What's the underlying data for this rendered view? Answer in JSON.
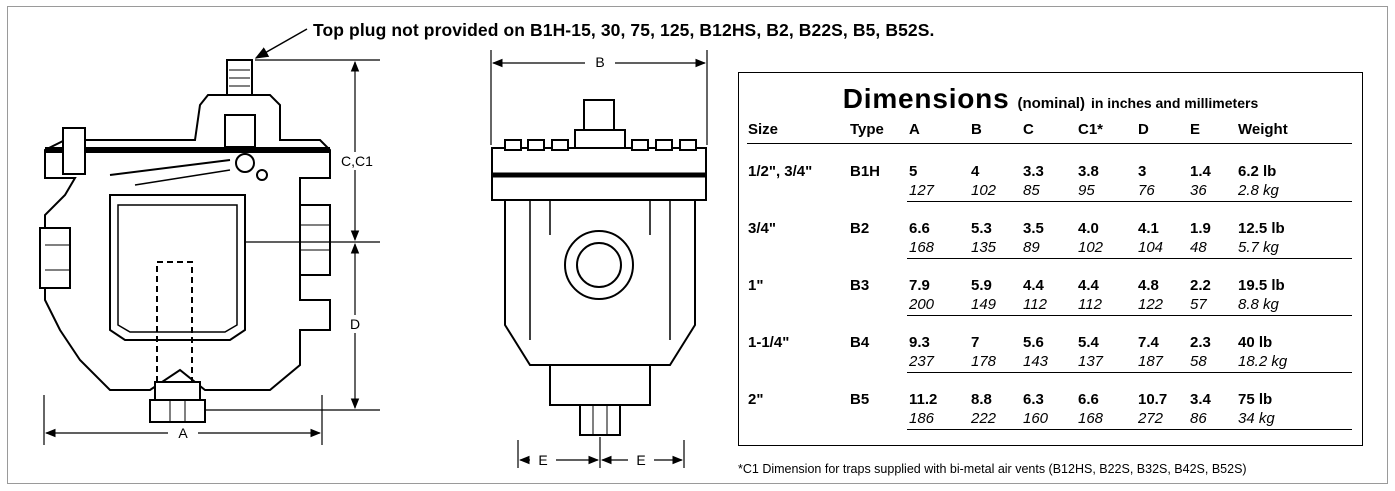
{
  "top_note": "Top  plug not provided on B1H-15, 30, 75, 125, B12HS, B2, B22S, B5, B52S.",
  "drawing_labels": {
    "c_c1": "C,C1",
    "d": "D",
    "a": "A",
    "b": "B",
    "e_left": "E",
    "e_right": "E"
  },
  "dimensions": {
    "title_big": "Dimensions",
    "title_nominal": "(nominal)",
    "title_units": "in inches and millimeters",
    "headers": [
      "Size",
      "Type",
      "A",
      "B",
      "C",
      "C1*",
      "D",
      "E",
      "Weight"
    ],
    "rows": [
      {
        "size": "1/2\", 3/4\"",
        "type": "B1H",
        "inch": [
          "5",
          "4",
          "3.3",
          "3.8",
          "3",
          "1.4",
          "6.2 lb"
        ],
        "mm": [
          "127",
          "102",
          "85",
          "95",
          "76",
          "36",
          "2.8 kg"
        ]
      },
      {
        "size": "3/4\"",
        "type": "B2",
        "inch": [
          "6.6",
          "5.3",
          "3.5",
          "4.0",
          "4.1",
          "1.9",
          "12.5 lb"
        ],
        "mm": [
          "168",
          "135",
          "89",
          "102",
          "104",
          "48",
          "5.7  kg"
        ]
      },
      {
        "size": "1\"",
        "type": "B3",
        "inch": [
          "7.9",
          "5.9",
          "4.4",
          "4.4",
          "4.8",
          "2.2",
          "19.5 lb"
        ],
        "mm": [
          "200",
          "149",
          "112",
          "112",
          "122",
          "57",
          "8.8 kg"
        ]
      },
      {
        "size": "1-1/4\"",
        "type": "B4",
        "inch": [
          "9.3",
          "7",
          "5.6",
          "5.4",
          "7.4",
          "2.3",
          "40 lb"
        ],
        "mm": [
          "237",
          "178",
          "143",
          "137",
          "187",
          "58",
          "18.2 kg"
        ]
      },
      {
        "size": "2\"",
        "type": "B5",
        "inch": [
          "11.2",
          "8.8",
          "6.3",
          "6.6",
          "10.7",
          "3.4",
          "75 lb"
        ],
        "mm": [
          "186",
          "222",
          "160",
          "168",
          "272",
          "86",
          "34 kg"
        ]
      }
    ]
  },
  "footnote": "*C1 Dimension for traps supplied with bi-metal air vents (B12HS, B22S, B32S, B42S, B52S)"
}
